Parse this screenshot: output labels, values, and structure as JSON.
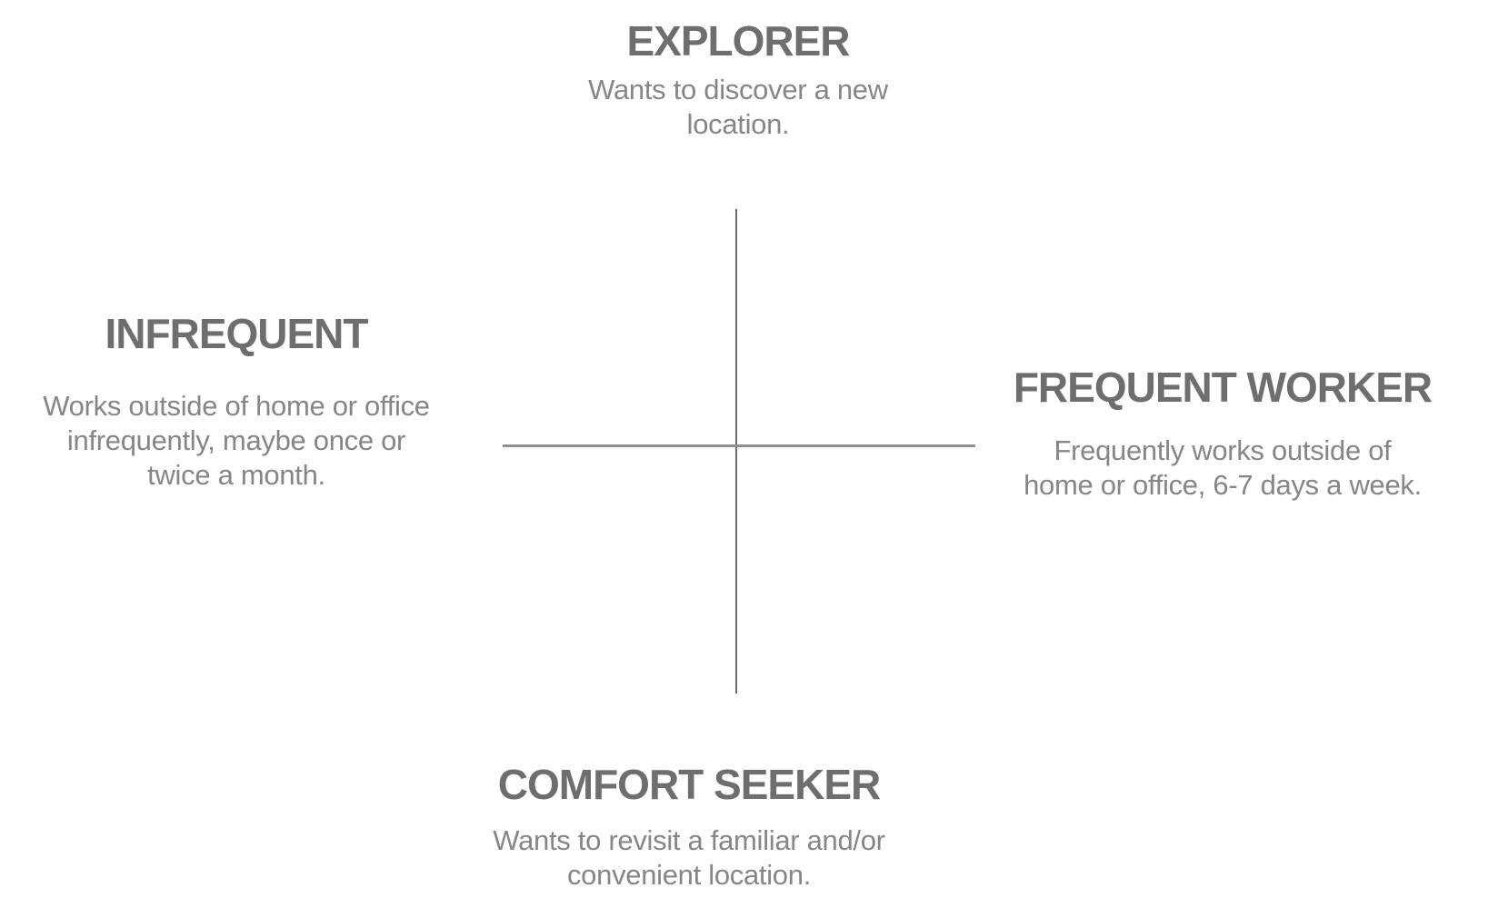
{
  "diagram": {
    "type": "quadrant-map",
    "colors": {
      "heading": "#6e6e6e",
      "body": "#868686",
      "vertical_line": "#696969",
      "horizontal_line": "#8f8f8f",
      "background": "#ffffff"
    },
    "labels": {
      "top": {
        "title": "EXPLORER",
        "description": "Wants to discover a new\nlocation."
      },
      "left": {
        "title": "INFREQUENT",
        "description": "Works outside of home or office\ninfrequently, maybe once or\ntwice a month."
      },
      "right": {
        "title": "FREQUENT WORKER",
        "description": "Frequently works outside of\nhome or office, 6-7 days a week."
      },
      "bottom": {
        "title": "COMFORT SEEKER",
        "description": "Wants to revisit a familiar and/or\nconvenient location."
      }
    }
  }
}
